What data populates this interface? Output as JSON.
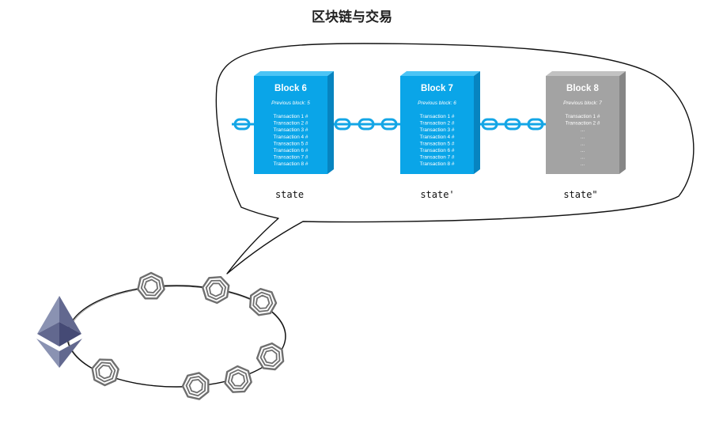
{
  "diagram": {
    "title": "区块链与交易",
    "blocks": [
      {
        "title": "Block 6",
        "previous": "Previous block: 5",
        "transactions": [
          "Transaction 1 #",
          "Transaction 2 #",
          "Transaction 3 #",
          "Transaction 4 #",
          "Transaction 5 #",
          "Transaction 6 #",
          "Transaction 7 #",
          "Transaction 8 #"
        ],
        "state": "state",
        "pending": false
      },
      {
        "title": "Block 7",
        "previous": "Previous block: 6",
        "transactions": [
          "Transaction 1 #",
          "Transaction 2 #",
          "Transaction 3 #",
          "Transaction 4 #",
          "Transaction 5 #",
          "Transaction 6 #",
          "Transaction 7 #",
          "Transaction 8 #"
        ],
        "state": "state'",
        "pending": false
      },
      {
        "title": "Block 8",
        "previous": "Previous block: 7",
        "transactions": [
          "Transaction 1 #",
          "Transaction 2 #",
          "...",
          "...",
          "...",
          "...",
          "...",
          "..."
        ],
        "state": "state\"",
        "pending": true
      }
    ],
    "colors": {
      "block_face": "#0aa5e8",
      "block_top": "#4cc4f5",
      "block_side": "#0784c0",
      "pending_face": "#a3a3a3",
      "pending_top": "#c2c2c2",
      "pending_side": "#868686",
      "chain": "#14a6e6",
      "node": "#6f6f6f",
      "eth_light": "#8a92b2",
      "eth_mid": "#62688f",
      "eth_dark": "#454a75"
    },
    "icons": {
      "network_node": "heptagon-node-icon",
      "ethereum": "ethereum-logo-icon",
      "chain": "chain-link-icon"
    }
  }
}
